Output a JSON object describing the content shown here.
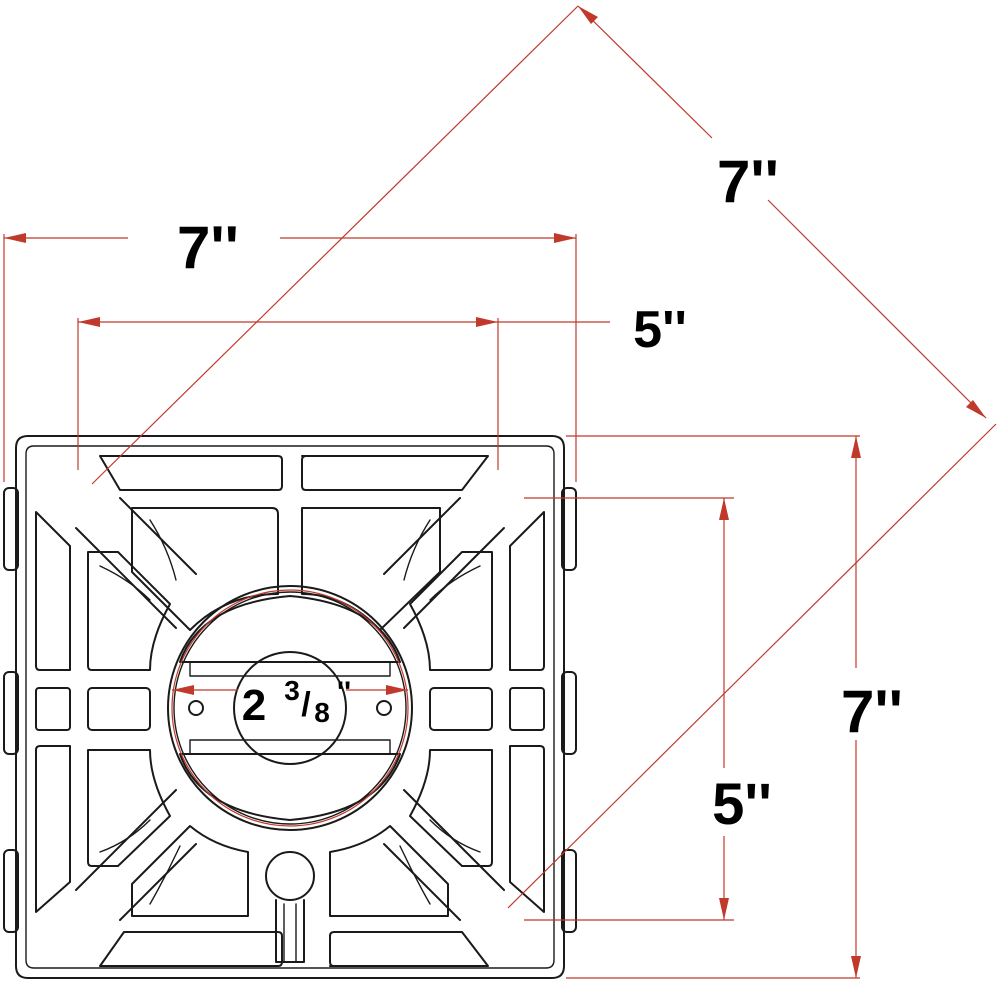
{
  "colors": {
    "dimension_line": "#c0392b",
    "part_outline": "#1a1a1a",
    "label_text": "#000000",
    "background": "#ffffff"
  },
  "dimensions": {
    "outer_width": "7''",
    "hole_spacing_width": "5''",
    "diagonal": "7''",
    "outer_height": "7''",
    "hole_spacing_height": "5''",
    "center_diameter": {
      "whole": "2",
      "numerator": "3",
      "denominator": "8",
      "unit": "''"
    }
  }
}
